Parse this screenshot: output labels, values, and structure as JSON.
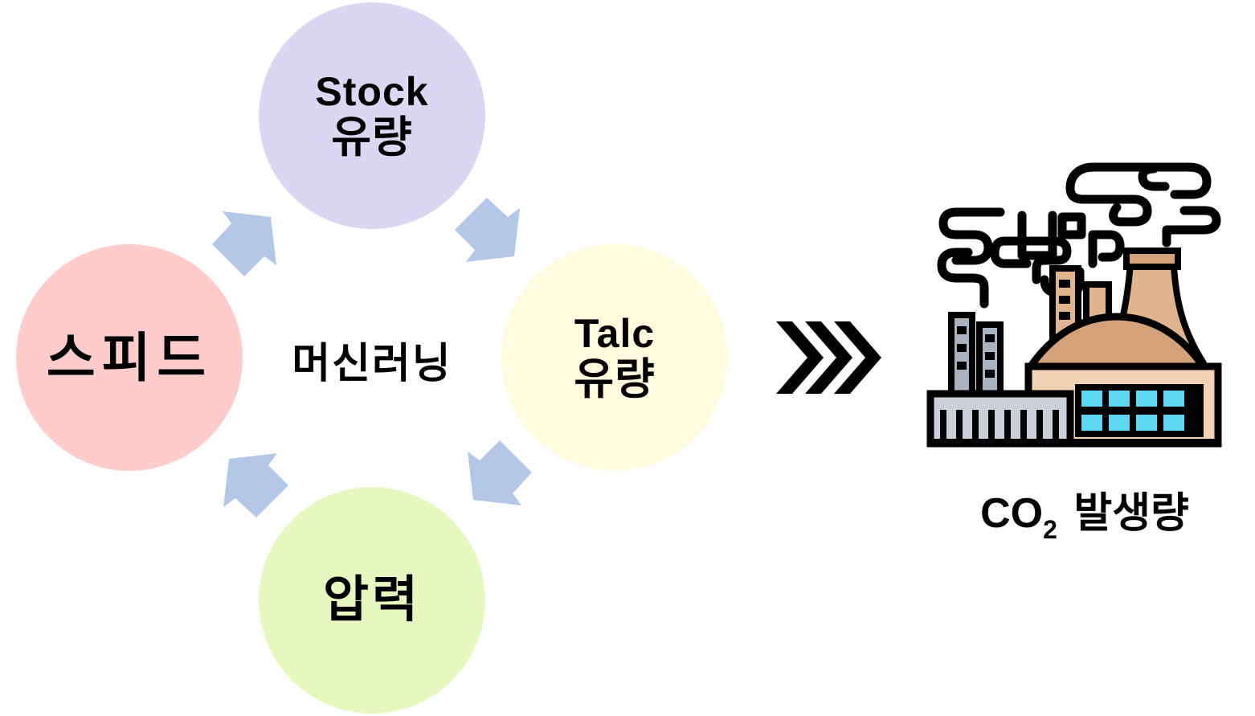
{
  "center": {
    "label": "머신러닝"
  },
  "nodes": {
    "stock": {
      "line1": "Stock",
      "line2": "유량",
      "color": "#d9d7f2"
    },
    "talc": {
      "line1": "Talc",
      "line2": "유량",
      "color": "#fffbdf"
    },
    "pressure": {
      "label": "압력",
      "color": "#e6f8bf"
    },
    "speed": {
      "label": "스피드",
      "color": "#ffcccc"
    }
  },
  "arrow_color": "#b4c7e7",
  "output": {
    "label_pre": "CO",
    "label_sub": "2",
    "label_post": "발생량",
    "icon": "factory-emissions-icon"
  }
}
